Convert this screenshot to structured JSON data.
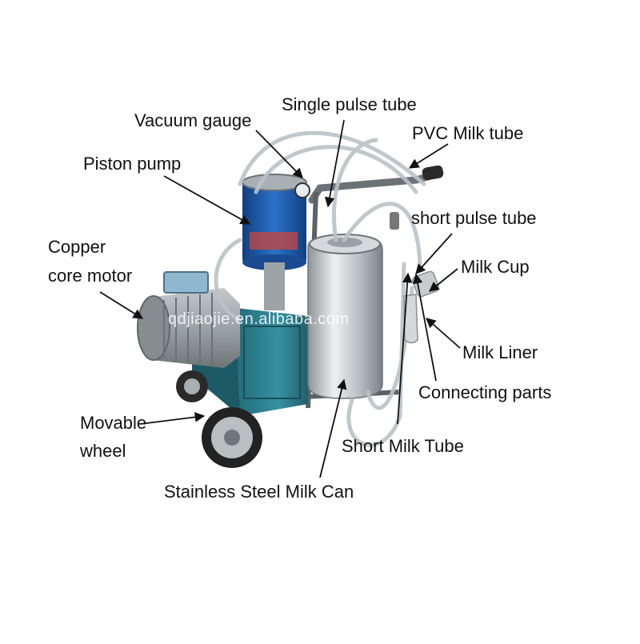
{
  "labels": {
    "vacuum_gauge": "Vacuum gauge",
    "single_pulse_tube": "Single pulse tube",
    "pvc_milk_tube": "PVC Milk tube",
    "piston_pump": "Piston pump",
    "copper_line1": "Copper",
    "copper_line2": "core motor",
    "short_pulse_tube": "short pulse tube",
    "milk_cup": "Milk Cup",
    "milk_liner": "Milk Liner",
    "connecting_parts": "Connecting parts",
    "movable_line1": "Movable",
    "movable_line2": "wheel",
    "short_milk_tube": "Short Milk Tube",
    "stainless_can": "Stainless Steel Milk Can"
  },
  "watermark": "qdjiaojie.en.alibaba.com",
  "colors": {
    "cabinet": "#2e7f8e",
    "pump_tank": "#1f5fb0",
    "motor": "#9aa3a6",
    "steel": "#c9cdd0",
    "frame": "#5b6266"
  }
}
